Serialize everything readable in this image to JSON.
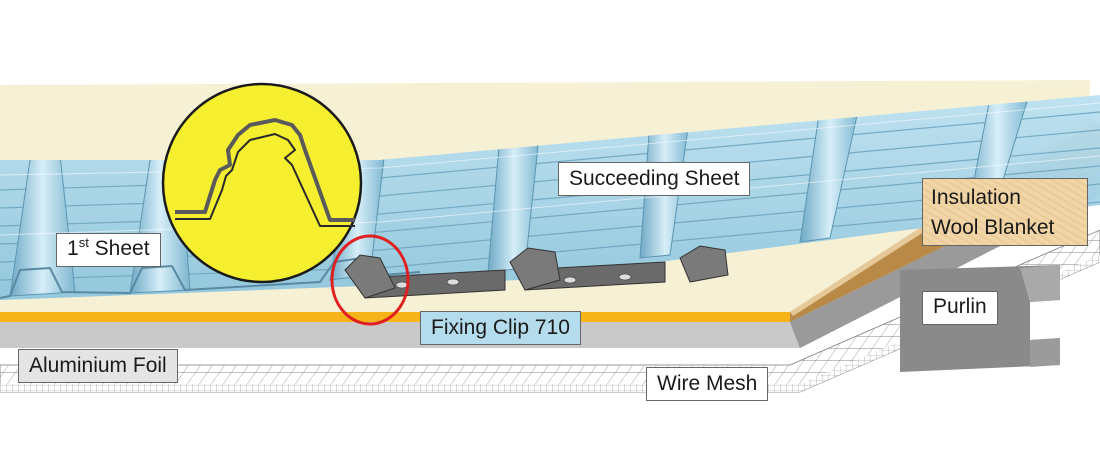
{
  "labels": {
    "first_sheet_number": "1",
    "first_sheet_suffix": "st",
    "first_sheet_word": "Sheet",
    "succeeding_sheet": "Succeeding Sheet",
    "insulation_line1": "Insulation",
    "insulation_line2": "Wool Blanket",
    "purlin": "Purlin",
    "fixing_clip": "Fixing Clip 710",
    "aluminium_foil": "Aluminium Foil",
    "wire_mesh": "Wire Mesh"
  },
  "colors": {
    "insulation_top": "#f6f0d5",
    "foil_stripe": "#f6b418",
    "roof_sheet": "#a8d6ea",
    "roof_sheet_dark": "#7fb7d0",
    "callout_circle": "#f5ef2f",
    "highlight_ring": "#e02020",
    "edge_brown": "#b98a47",
    "purlin_grey": "#8a8a8a",
    "clip_dark": "#555555",
    "mesh_grey": "#bdbdbd"
  },
  "icons": {
    "detail_callout": "magnified-seam-profile",
    "highlight": "red-circle-highlight"
  }
}
